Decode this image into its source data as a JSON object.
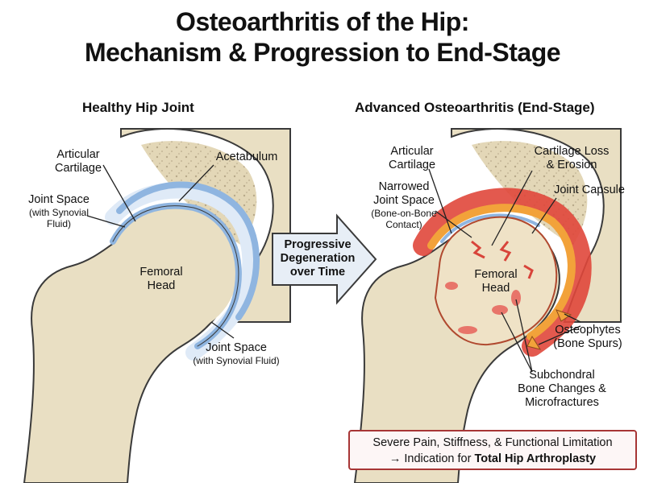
{
  "title": {
    "line1": "Osteoarthritis of the Hip:",
    "line2": "Mechanism & Progression to End-Stage"
  },
  "healthy": {
    "heading": "Healthy Hip Joint",
    "labels": {
      "articular_cartilage_1": "Articular",
      "articular_cartilage_2": "Cartilage",
      "acetabulum": "Acetabulum",
      "joint_space_1": "Joint Space",
      "joint_space_2": "(with Synovial",
      "joint_space_3": "Fluid)",
      "femoral_head_1": "Femoral",
      "femoral_head_2": "Head",
      "joint_space_lower_1": "Joint Space",
      "joint_space_lower_2": "(with Synovial Fluid)"
    }
  },
  "arrow": {
    "line1": "Progressive",
    "line2": "Degeneration",
    "line3": "over Time"
  },
  "advanced": {
    "heading": "Advanced Osteoarthritis (End-Stage)",
    "labels": {
      "articular_cartilage_1": "Articular",
      "articular_cartilage_2": "Cartilage",
      "cartilage_loss_1": "Cartilage Loss",
      "cartilage_loss_2": "& Erosion",
      "narrowed_1": "Narrowed",
      "narrowed_2": "Joint Space",
      "narrowed_3": "(Bone-on-Bone",
      "narrowed_4": "Contact)",
      "joint_capsule": "Joint Capsule",
      "femoral_head_1": "Femoral",
      "femoral_head_2": "Head",
      "osteophytes_1": "Osteophytes",
      "osteophytes_2": "(Bone Spurs)",
      "subchondral_1": "Subchondral",
      "subchondral_2": "Bone Changes &",
      "subchondral_3": "Microfractures"
    }
  },
  "outcome": {
    "line1": "Severe Pain, Stiffness, & Functional Limitation",
    "line2_prefix": "→ Indication for ",
    "line2_bold": "Total Hip Arthroplasty"
  },
  "colors": {
    "bone": "#e9dfc3",
    "bone_outline": "#3a3a3a",
    "cartilage": "#8fb5e0",
    "synovial": "#dfeaf7",
    "inflammation": "#e0473b",
    "erosion": "#f2a23a",
    "outcome_border": "#a73535"
  }
}
